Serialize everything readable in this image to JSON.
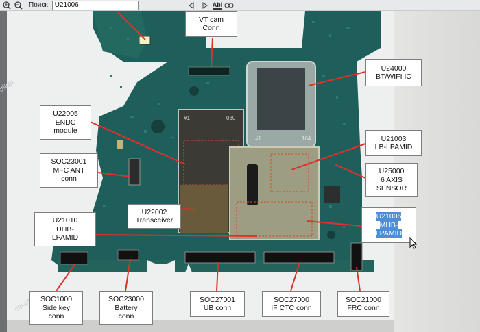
{
  "toolbar": {
    "search_label": "Поиск",
    "search_value": "U21006",
    "abi_label": "Abi"
  },
  "watermark": "stiker",
  "labels": {
    "vt_cam": "VT cam\nConn",
    "u24000": "U24000\nBT/WIFI IC",
    "u22005": "U22005\nENDC\nmodule",
    "soc23001": "SOC23001\nMFC ANT\nconn",
    "u21003": "U21003\nLB-LPAMID",
    "u25000": "U25000\n6 AXIS\nSENSOR",
    "u22002": "U22002\nTransceiver",
    "u21010": "U21010\nUHB-\nLPAMID",
    "u21006_l1": "U21006",
    "u21006_l2": "MHB-",
    "u21006_l3": "LPAMID",
    "soc1000": "SOC1000\nSide key\nconn",
    "soc23000": "SOC23000\nBattery\nconn",
    "soc27001": "SOC27001\nUB conn",
    "soc27000": "SOC27000\nIF CTC conn",
    "soc21000": "SOC21000\nFRC conn"
  },
  "chip_marks": {
    "left_a": "#1",
    "left_b": "030",
    "top_a": "#1",
    "top_b": "164"
  },
  "colors": {
    "board": "#1f5f5b",
    "shield": "#8e9a80",
    "arrow": "#e0302a",
    "highlight": "#4d8fd6"
  }
}
